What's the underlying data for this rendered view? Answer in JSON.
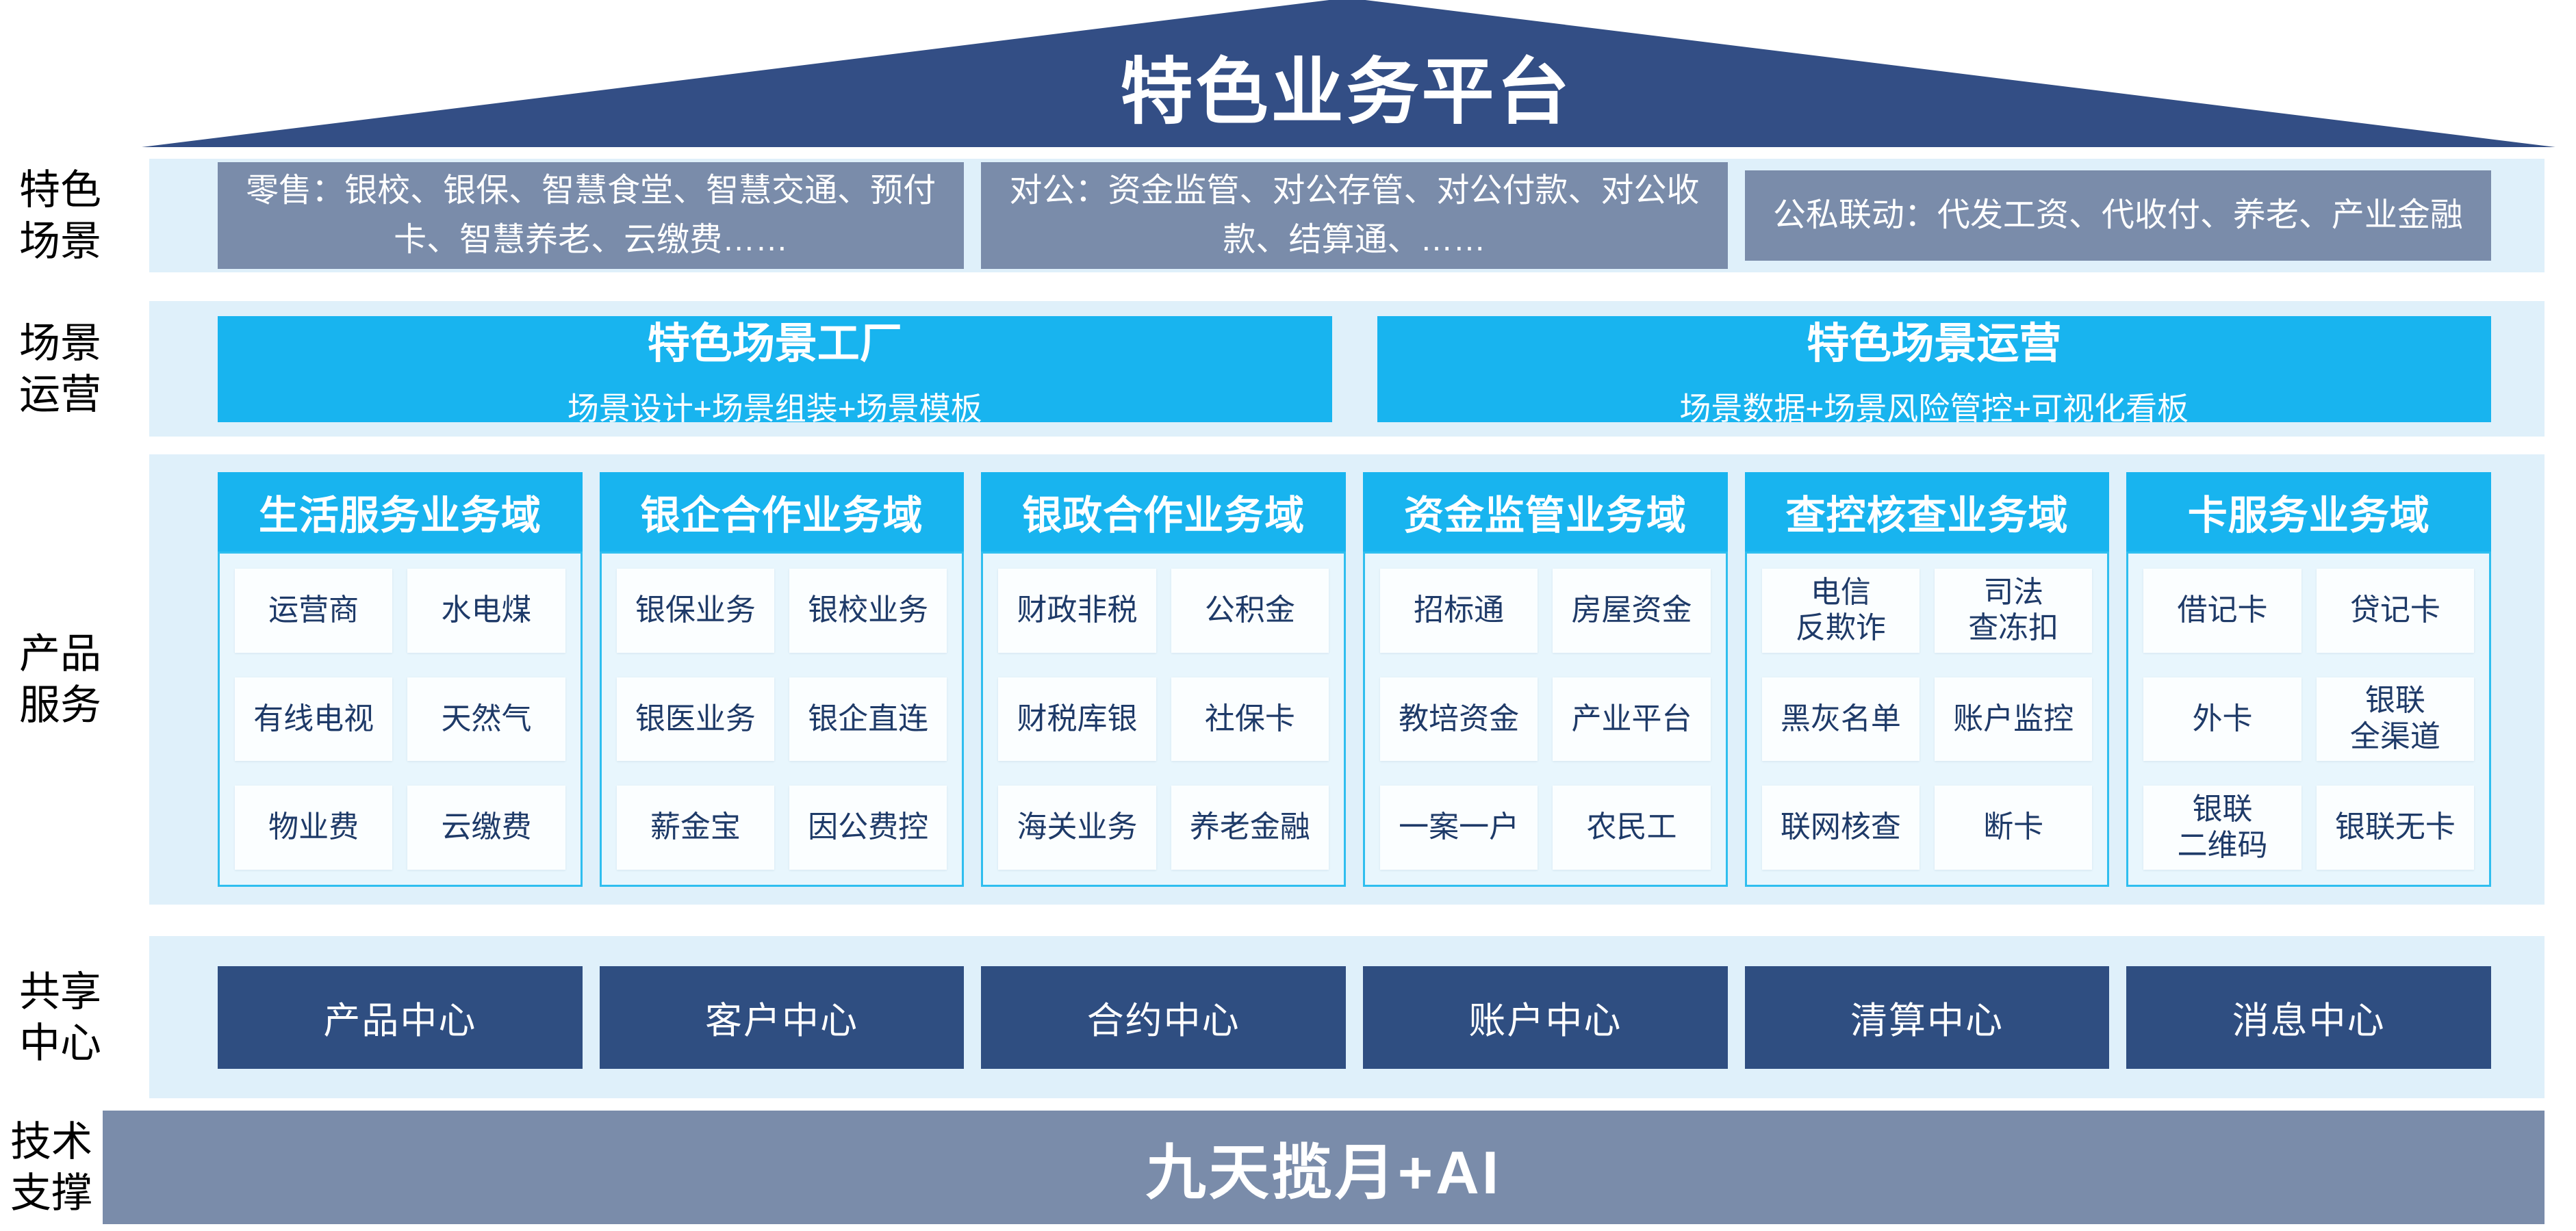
{
  "banner": {
    "title": "特色业务平台"
  },
  "colors": {
    "roof_navy": "#334E85",
    "steel_blue": "#7A8CAA",
    "cyan": "#18B4EF",
    "band_bg": "#DFF0FA",
    "panel_bg": "#E8F6FD",
    "panel_border": "#2FBEEF",
    "item_bg": "#FBFEFF",
    "item_text": "#1E3A68",
    "center_navy": "#2F4E81"
  },
  "bands": {
    "scene": {
      "label_lines": [
        "特色",
        "场景"
      ],
      "boxes": [
        "零售：银校、银保、智慧食堂、智慧交通、预付卡、智慧养老、云缴费……",
        "对公：资金监管、对公存管、对公付款、对公收款、结算通、……",
        "公私联动：代发工资、代收付、养老、产业金融"
      ]
    },
    "operation": {
      "label_lines": [
        "场景",
        "运营"
      ],
      "boxes": [
        {
          "title": "特色场景工厂",
          "subtitle": "场景设计+场景组装+场景模板"
        },
        {
          "title": "特色场景运营",
          "subtitle": "场景数据+场景风险管控+可视化看板"
        }
      ]
    },
    "product": {
      "label_lines": [
        "产品",
        "服务"
      ],
      "columns": [
        {
          "header": "生活服务业务域",
          "items": [
            "运营商",
            "水电煤",
            "有线电视",
            "天然气",
            "物业费",
            "云缴费"
          ]
        },
        {
          "header": "银企合作业务域",
          "items": [
            "银保业务",
            "银校业务",
            "银医业务",
            "银企直连",
            "薪金宝",
            "因公费控"
          ]
        },
        {
          "header": "银政合作业务域",
          "items": [
            "财政非税",
            "公积金",
            "财税库银",
            "社保卡",
            "海关业务",
            "养老金融"
          ]
        },
        {
          "header": "资金监管业务域",
          "items": [
            "招标通",
            "房屋资金",
            "教培资金",
            "产业平台",
            "一案一户",
            "农民工"
          ]
        },
        {
          "header": "查控核查业务域",
          "items": [
            "电信\n反欺诈",
            "司法\n查冻扣",
            "黑灰名单",
            "账户监控",
            "联网核查",
            "断卡"
          ]
        },
        {
          "header": "卡服务业务域",
          "items": [
            "借记卡",
            "贷记卡",
            "外卡",
            "银联\n全渠道",
            "银联\n二维码",
            "银联无卡"
          ]
        }
      ]
    },
    "share": {
      "label_lines": [
        "共享",
        "中心"
      ],
      "centers": [
        "产品中心",
        "客户中心",
        "合约中心",
        "账户中心",
        "清算中心",
        "消息中心"
      ]
    },
    "tech": {
      "label_lines": [
        "技术",
        "支撑"
      ],
      "bar_text": "九天揽月+AI"
    }
  }
}
